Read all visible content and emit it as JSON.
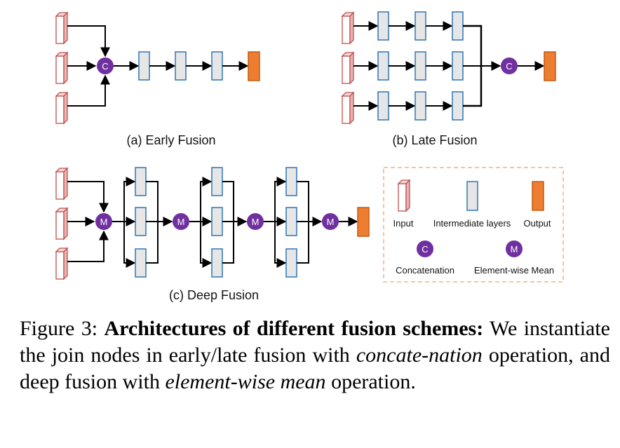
{
  "diagrams": {
    "early_label": "(a) Early Fusion",
    "late_label": "(b) Late Fusion",
    "deep_label": "(c) Deep Fusion",
    "concat_symbol": "C",
    "mean_symbol": "M"
  },
  "legend": {
    "input": "Input",
    "intermediate": "Intermediate layers",
    "output": "Output",
    "concatenation": "Concatenation",
    "mean": "Element-wise Mean"
  },
  "caption": {
    "prefix": "Figure 3: ",
    "bold": "Architectures of different fusion schemes:",
    "t1": " We instantiate the join nodes in early/late fusion with ",
    "i1": "concate-nation",
    "t2": " operation, and deep fusion with ",
    "i2": "element-wise mean",
    "t3": " operation."
  },
  "colors": {
    "input_stroke": "#c0504d",
    "input_fill": "#ffffff",
    "inter_stroke": "#2e75b6",
    "inter_fill": "#e6e6e6",
    "output_fill": "#ed7d31",
    "output_stroke": "#c55a11",
    "node": "#7030a0",
    "legend_border": "#f4b183"
  }
}
